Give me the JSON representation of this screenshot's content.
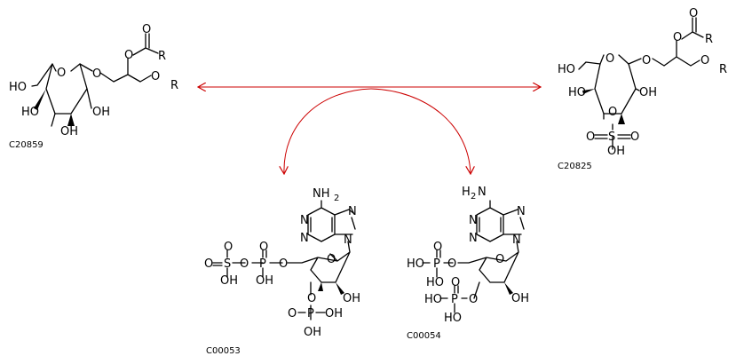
{
  "compounds": {
    "c20859": {
      "id": "C20859",
      "atoms": {
        "o_ring": "O",
        "o_link": "O",
        "o_ester": "O",
        "o_carbonyl": "O",
        "r1": "R",
        "o_ether": "O",
        "r2": "R",
        "ho6": "HO",
        "ho4": "HO",
        "oh2": "OH",
        "oh3": "OH"
      }
    },
    "c20825": {
      "id": "C20825",
      "atoms": {
        "o_ring": "O",
        "o_link": "O",
        "o_ester": "O",
        "o_carbonyl": "O",
        "r1": "R",
        "o_ether": "O",
        "r2": "R",
        "ho6": "HO",
        "ho4": "HO",
        "oh2": "OH",
        "o_sulf": "O",
        "s": "S",
        "o_s1": "O",
        "o_s2": "O",
        "oh_s": "OH"
      }
    },
    "c00053": {
      "id": "C00053",
      "atoms": {
        "nh2": "NH",
        "nh2_sub": "2",
        "n1": "N",
        "n3": "N",
        "n7": "N",
        "n9": "N",
        "o_ring": "O",
        "o5": "O",
        "p1": "P",
        "o_p1": "O",
        "oh_p1": "OH",
        "o_bridge": "O",
        "s": "S",
        "o_s1": "O",
        "o_s2": "O",
        "oh_s": "OH",
        "o3": "O",
        "p3": "P",
        "o_p3": "O",
        "oh_p3a": "OH",
        "oh_p3b": "OH",
        "oh2": "OH"
      }
    },
    "c00054": {
      "id": "C00054",
      "atoms": {
        "h2n": "H",
        "h2n_sub": "2",
        "h2n_n": "N",
        "n1": "N",
        "n3": "N",
        "n7": "N",
        "n9": "N",
        "o_ring": "O",
        "o5": "O",
        "p5": "P",
        "o_p5": "O",
        "ho_p5a": "HO",
        "ho_p5b": "HO",
        "o3": "O",
        "p3": "P",
        "o_p3": "O",
        "ho_p3a": "HO",
        "ho_p3b": "HO",
        "oh2": "OH"
      }
    }
  },
  "colors": {
    "arrow": "#cc0000",
    "bond": "#000000"
  }
}
